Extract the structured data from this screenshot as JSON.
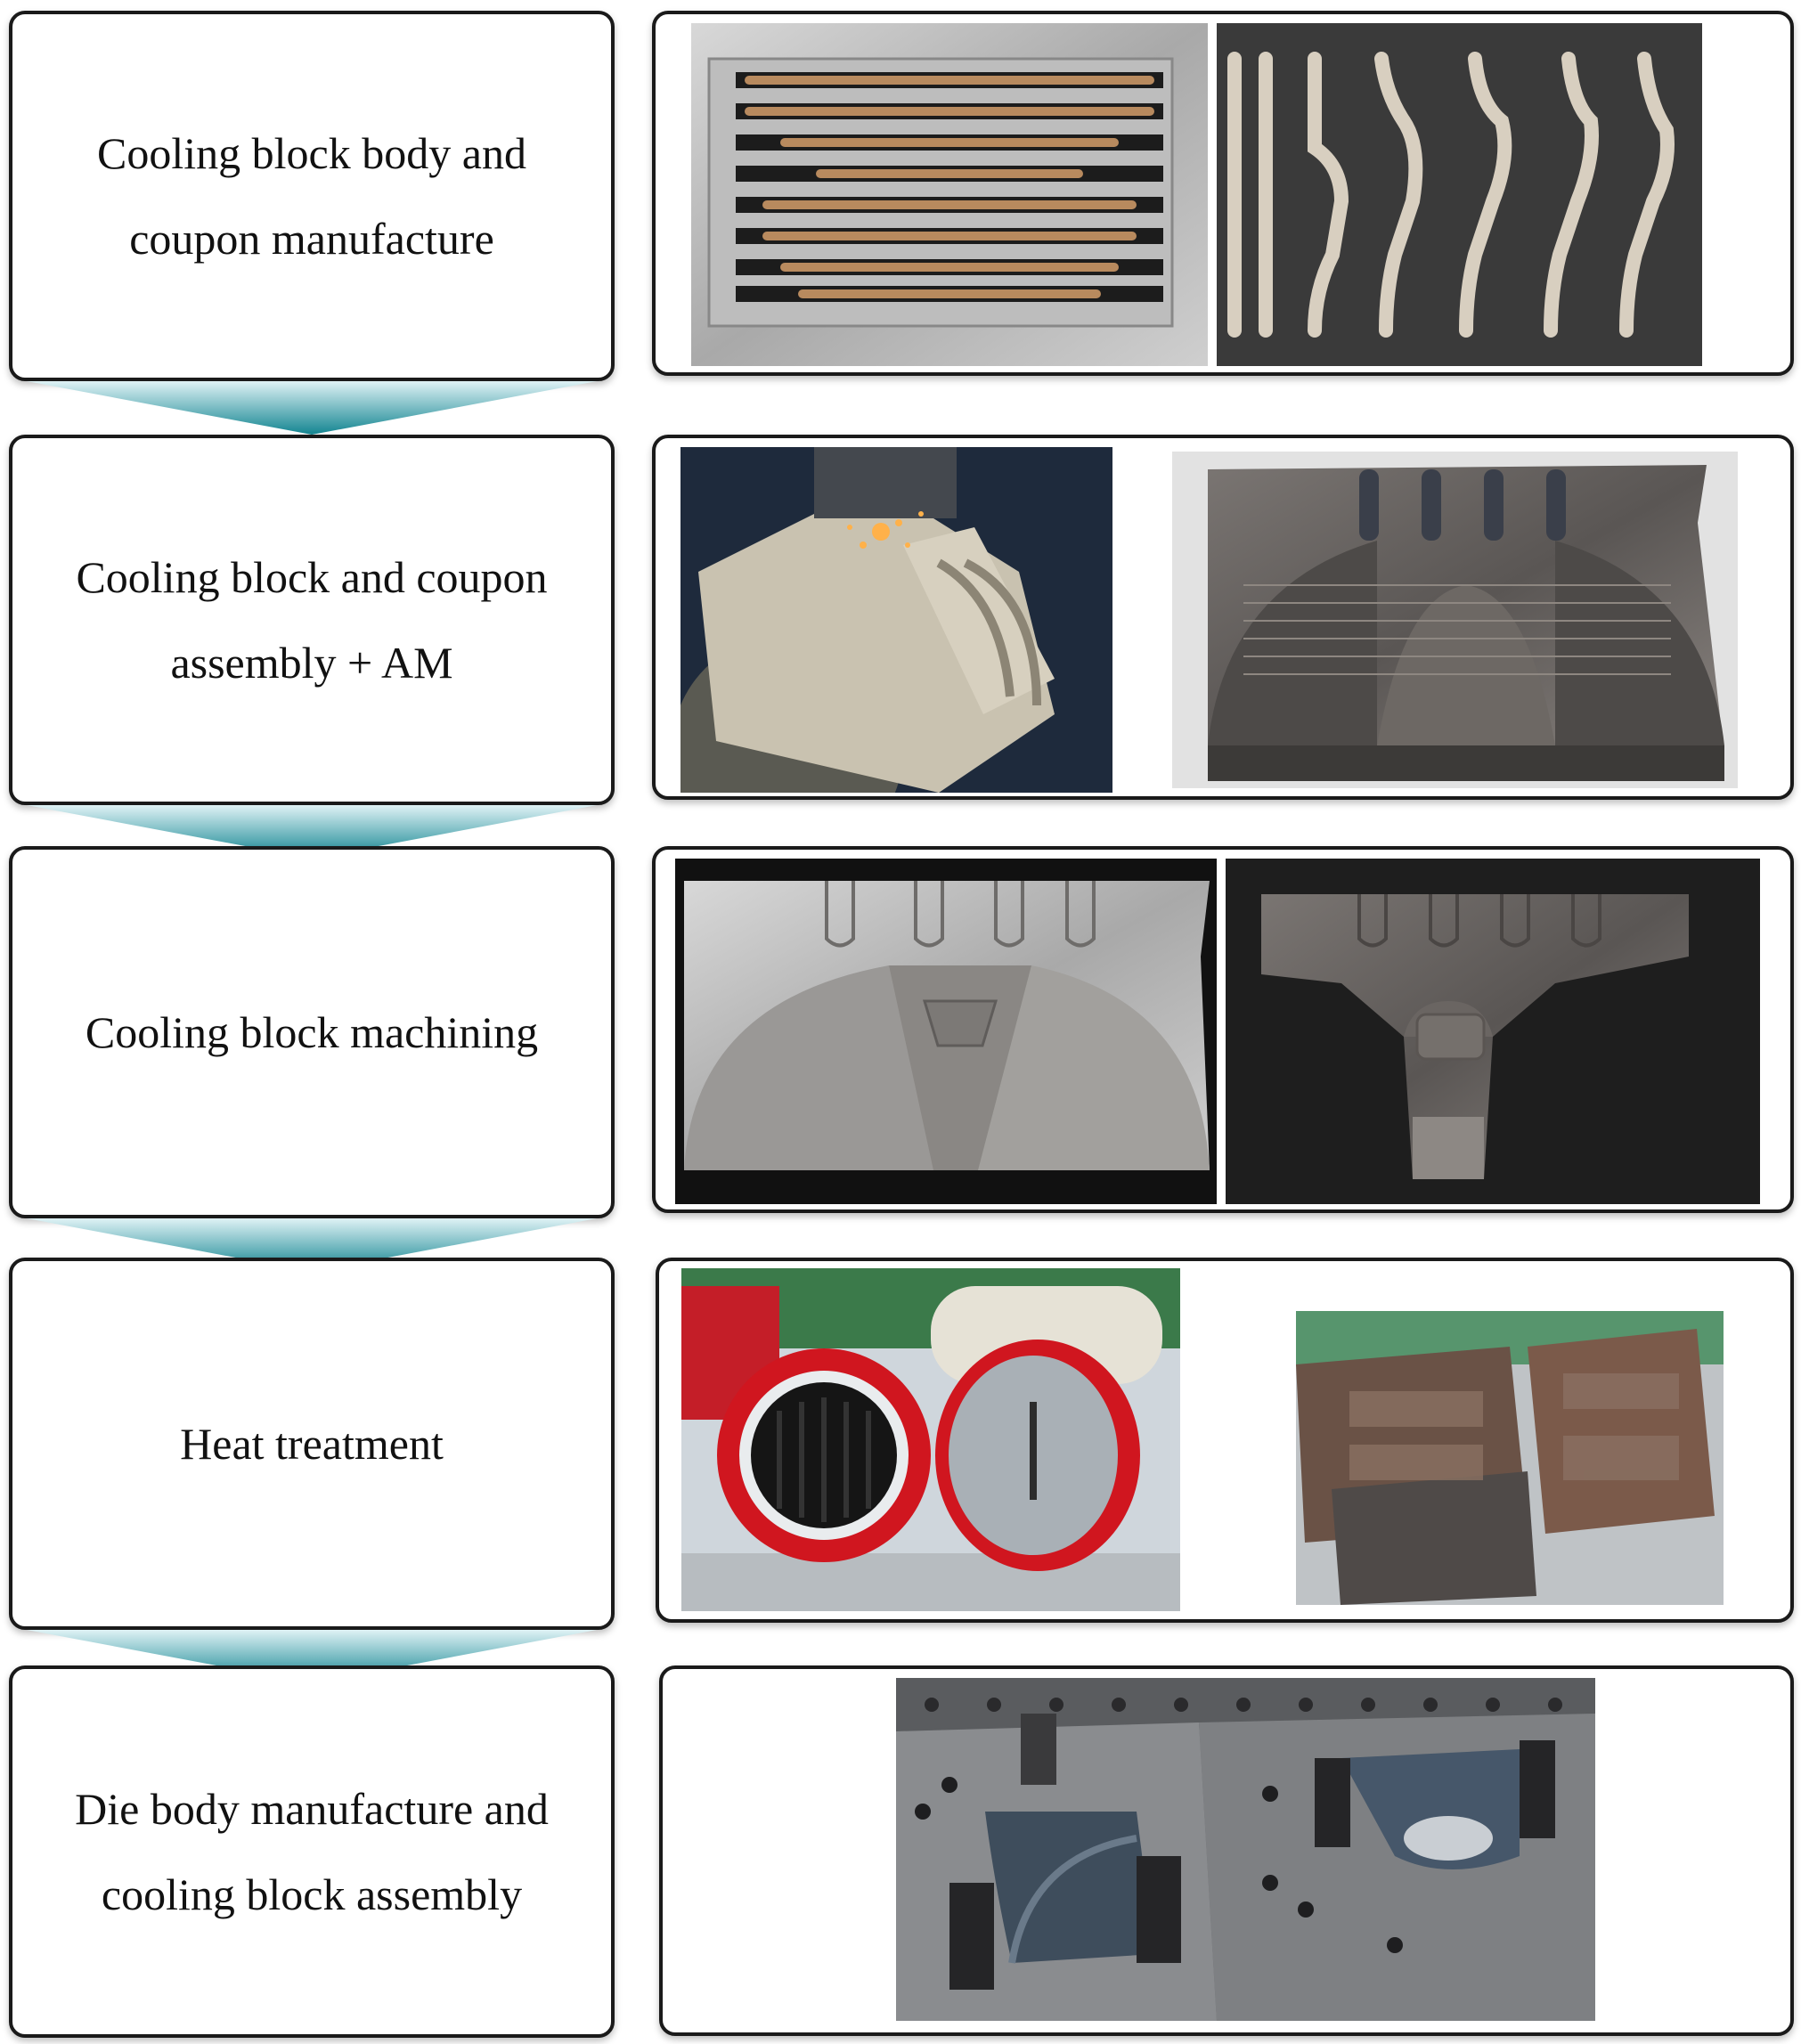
{
  "steps": [
    {
      "label": "Cooling block body and\ncoupon manufacture"
    },
    {
      "label": "Cooling block and coupon\nassembly + AM"
    },
    {
      "label": "Cooling block machining"
    },
    {
      "label": "Heat treatment"
    },
    {
      "label": "Die body manufacture and\ncooling block assembly"
    }
  ],
  "photos": [
    {
      "name": "cooling-block-body-with-copper-tubes"
    },
    {
      "name": "formed-coupons"
    },
    {
      "name": "robotic-additive-manufacturing"
    },
    {
      "name": "as-deposited-cooling-block"
    },
    {
      "name": "machined-cooling-block"
    },
    {
      "name": "machined-cooling-block-side-view"
    },
    {
      "name": "vacuum-heat-treatment-furnace"
    },
    {
      "name": "heat-treated-cooling-blocks"
    },
    {
      "name": "assembled-die-on-table"
    }
  ],
  "colors": {
    "arrow_top": "#dff2f5",
    "arrow_bottom": "#138591",
    "border": "#1a1a1a"
  }
}
